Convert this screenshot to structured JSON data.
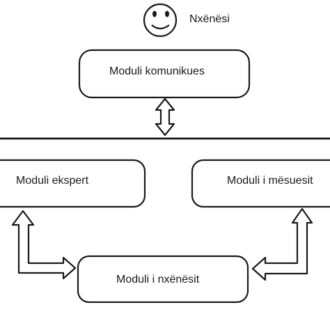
{
  "student": {
    "label": "Nxënësi"
  },
  "modules": {
    "communication": "Moduli komunikues",
    "expert": "Moduli ekspert",
    "teacher": "Moduli i mësuesit",
    "student": "Moduli i nxënësit"
  },
  "colors": {
    "stroke": "#1a1a1a",
    "background": "#ffffff"
  },
  "icons": {
    "student": "smiley-face-icon"
  }
}
